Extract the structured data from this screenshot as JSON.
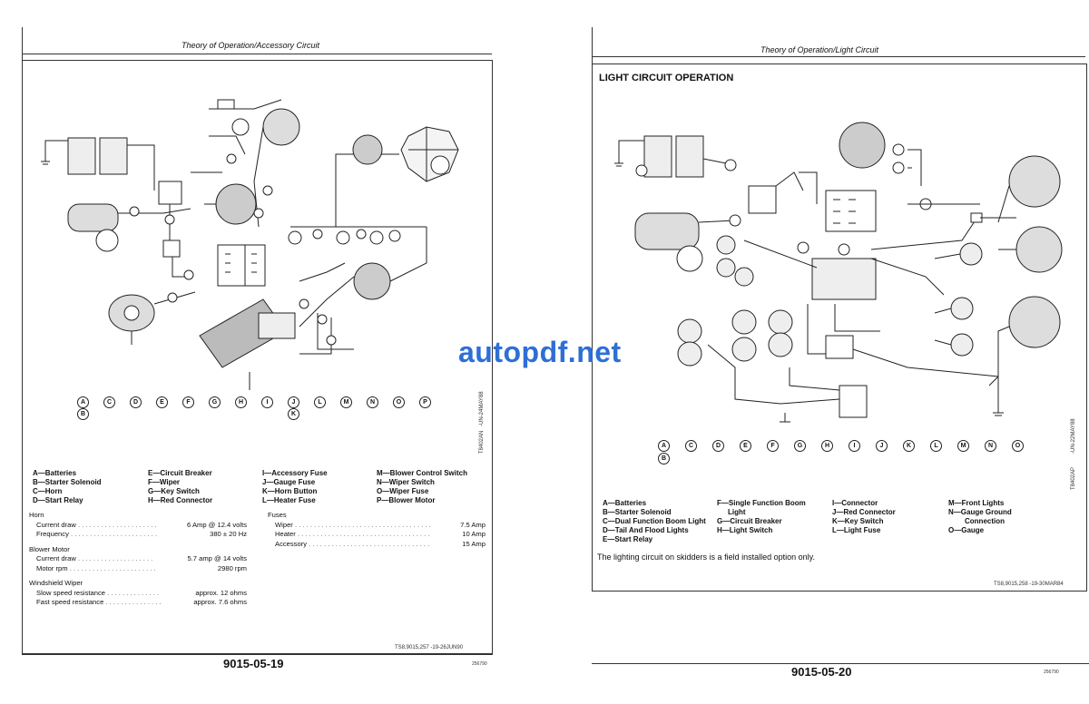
{
  "left_page": {
    "header": "Theory of Operation/Accessory Circuit",
    "diagram_letters_row1": [
      "A",
      "C",
      "D",
      "E",
      "F",
      "G",
      "H",
      "I",
      "J",
      "L",
      "M",
      "N",
      "O",
      "P"
    ],
    "diagram_letters_row2": [
      "B",
      "K"
    ],
    "side_code_1": "T8402AN",
    "side_code_2": "-UN-24MAY88",
    "legend": {
      "col1": [
        "A—Batteries",
        "B—Starter Solenoid",
        "C—Horn",
        "D—Start Relay"
      ],
      "col2": [
        "E—Circuit Breaker",
        "F—Wiper",
        "G—Key Switch",
        "H—Red Connector"
      ],
      "col3": [
        "I—Accessory Fuse",
        "J—Gauge Fuse",
        "K—Horn Button",
        "L—Heater Fuse"
      ],
      "col4": [
        "M—Blower Control Switch",
        "N—Wiper Switch",
        "O—Wiper Fuse",
        "P—Blower Motor"
      ]
    },
    "specs": {
      "horn": {
        "title": "Horn",
        "rows": [
          {
            "label": "Current draw",
            "value": "6 Amp @ 12.4 volts"
          },
          {
            "label": "Frequency",
            "value": "380 ± 20 Hz"
          }
        ]
      },
      "blower": {
        "title": "Blower Motor",
        "rows": [
          {
            "label": "Current draw",
            "value": "5.7 amp @ 14 volts"
          },
          {
            "label": "Motor rpm",
            "value": "2980 rpm"
          }
        ]
      },
      "wiper": {
        "title": "Windshield Wiper",
        "rows": [
          {
            "label": "Slow speed resistance",
            "value": "approx. 12 ohms"
          },
          {
            "label": "Fast speed resistance",
            "value": "approx. 7.6 ohms"
          }
        ]
      },
      "fuses": {
        "title": "Fuses",
        "rows": [
          {
            "label": "Wiper",
            "value": "7.5 Amp"
          },
          {
            "label": "Heater",
            "value": "10 Amp"
          },
          {
            "label": "Accessory",
            "value": "15 Amp"
          }
        ]
      }
    },
    "footer_code": "TS8,9015,257   -19-26JUN90",
    "page_number": "9015-05-19",
    "corner_code": "256790"
  },
  "right_page": {
    "header": "Theory of Operation/Light Circuit",
    "title": "LIGHT CIRCUIT OPERATION",
    "diagram_letters_row1": [
      "A",
      "C",
      "D",
      "E",
      "F",
      "G",
      "H",
      "I",
      "J",
      "K",
      "L",
      "M",
      "N",
      "O"
    ],
    "diagram_letters_row2": [
      "B"
    ],
    "side_code_1": "T8402AP",
    "side_code_2": "-UN-22MAY88",
    "legend": {
      "col1": [
        "A—Batteries",
        "B—Starter Solenoid",
        "C—Dual Function Boom Light",
        "D—Tail And Flood Lights",
        "E—Start Relay"
      ],
      "col2": [
        "F—Single Function Boom",
        "Light",
        "G—Circuit Breaker",
        "H—Light Switch"
      ],
      "col3": [
        "I—Connector",
        "J—Red Connector",
        "K—Key Switch",
        "L—Light Fuse"
      ],
      "col4": [
        "M—Front Lights",
        "N—Gauge Ground",
        "Connection",
        "O—Gauge"
      ]
    },
    "note": "The lighting circuit on skidders is a field installed option only.",
    "footer_code": "TS8,9015,258   -19-30MAR84",
    "page_number": "9015-05-20",
    "corner_code": "256790"
  },
  "watermark": "autopdf.net"
}
